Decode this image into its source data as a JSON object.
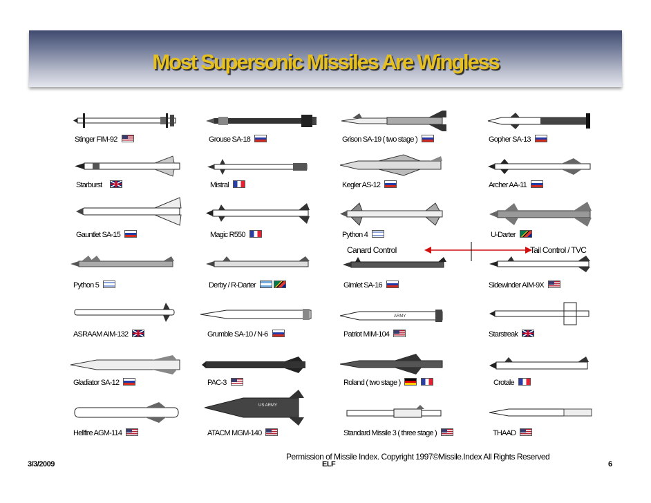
{
  "title": "Most Supersonic Missiles Are Wingless",
  "annotation": {
    "left": "Canard Control",
    "right": "Tail Control / TVC"
  },
  "footer": {
    "date": "3/3/2009",
    "permission": "Permission of Missile Index.  Copyright 1997©Missile.Index All Rights Reserved",
    "center": "ELF",
    "page": "6"
  },
  "missiles": [
    {
      "name": "Stinger FIM-92",
      "flags": [
        "us-flag"
      ]
    },
    {
      "name": "Grouse SA-18",
      "flags": [
        "ru-flag"
      ]
    },
    {
      "name": "Grison SA-19 ( two stage )",
      "flags": [
        "ru-flag"
      ]
    },
    {
      "name": "Gopher SA-13",
      "flags": [
        "ru-flag"
      ]
    },
    {
      "name": "Starburst",
      "flags": [
        "gb-flag"
      ]
    },
    {
      "name": "Mistral",
      "flags": [
        "fr-flag"
      ]
    },
    {
      "name": "Kegler AS-12",
      "flags": [
        "ru-flag"
      ]
    },
    {
      "name": "Archer AA-11",
      "flags": [
        "ru-flag"
      ]
    },
    {
      "name": "Gauntlet SA-15",
      "flags": [
        "ru-flag"
      ]
    },
    {
      "name": "Magic R550",
      "flags": [
        "fr-flag"
      ]
    },
    {
      "name": "Python 4",
      "flags": [
        "il-flag"
      ]
    },
    {
      "name": "U-Darter",
      "flags": [
        "za-flag"
      ]
    },
    {
      "name": "Python 5",
      "flags": [
        "il-flag"
      ]
    },
    {
      "name": "Derby / R-Darter",
      "flags": [
        "ar-flag",
        "za-flag"
      ]
    },
    {
      "name": "Gimlet SA-16",
      "flags": [
        "ru-flag"
      ]
    },
    {
      "name": "Sidewinder AIM-9X",
      "flags": [
        "us-flag"
      ]
    },
    {
      "name": "ASRAAM AIM-132",
      "flags": [
        "gb-flag"
      ]
    },
    {
      "name": "Grumble SA-10 / N-6",
      "flags": [
        "ru-flag"
      ]
    },
    {
      "name": "Patriot MIM-104",
      "flags": [
        "us-flag"
      ]
    },
    {
      "name": "Starstreak",
      "flags": [
        "gb-flag"
      ]
    },
    {
      "name": "Gladiator SA-12",
      "flags": [
        "ru-flag"
      ]
    },
    {
      "name": "PAC-3",
      "flags": [
        "us-flag"
      ]
    },
    {
      "name": "Roland ( two stage )",
      "flags": [
        "de-flag",
        "fr-flag"
      ]
    },
    {
      "name": "Crotale",
      "flags": [
        "fr-flag"
      ]
    },
    {
      "name": "Hellfire AGM-114",
      "flags": [
        "us-flag"
      ]
    },
    {
      "name": "ATACM MGM-140",
      "flags": [
        "us-flag"
      ]
    },
    {
      "name": "Standard Missile 3 ( three stage )",
      "flags": [
        "us-flag"
      ]
    },
    {
      "name": "THAAD",
      "flags": [
        "us-flag"
      ]
    }
  ],
  "decor": {
    "atacm_marking": "US ARMY",
    "patriot_marking": "ARMY"
  }
}
